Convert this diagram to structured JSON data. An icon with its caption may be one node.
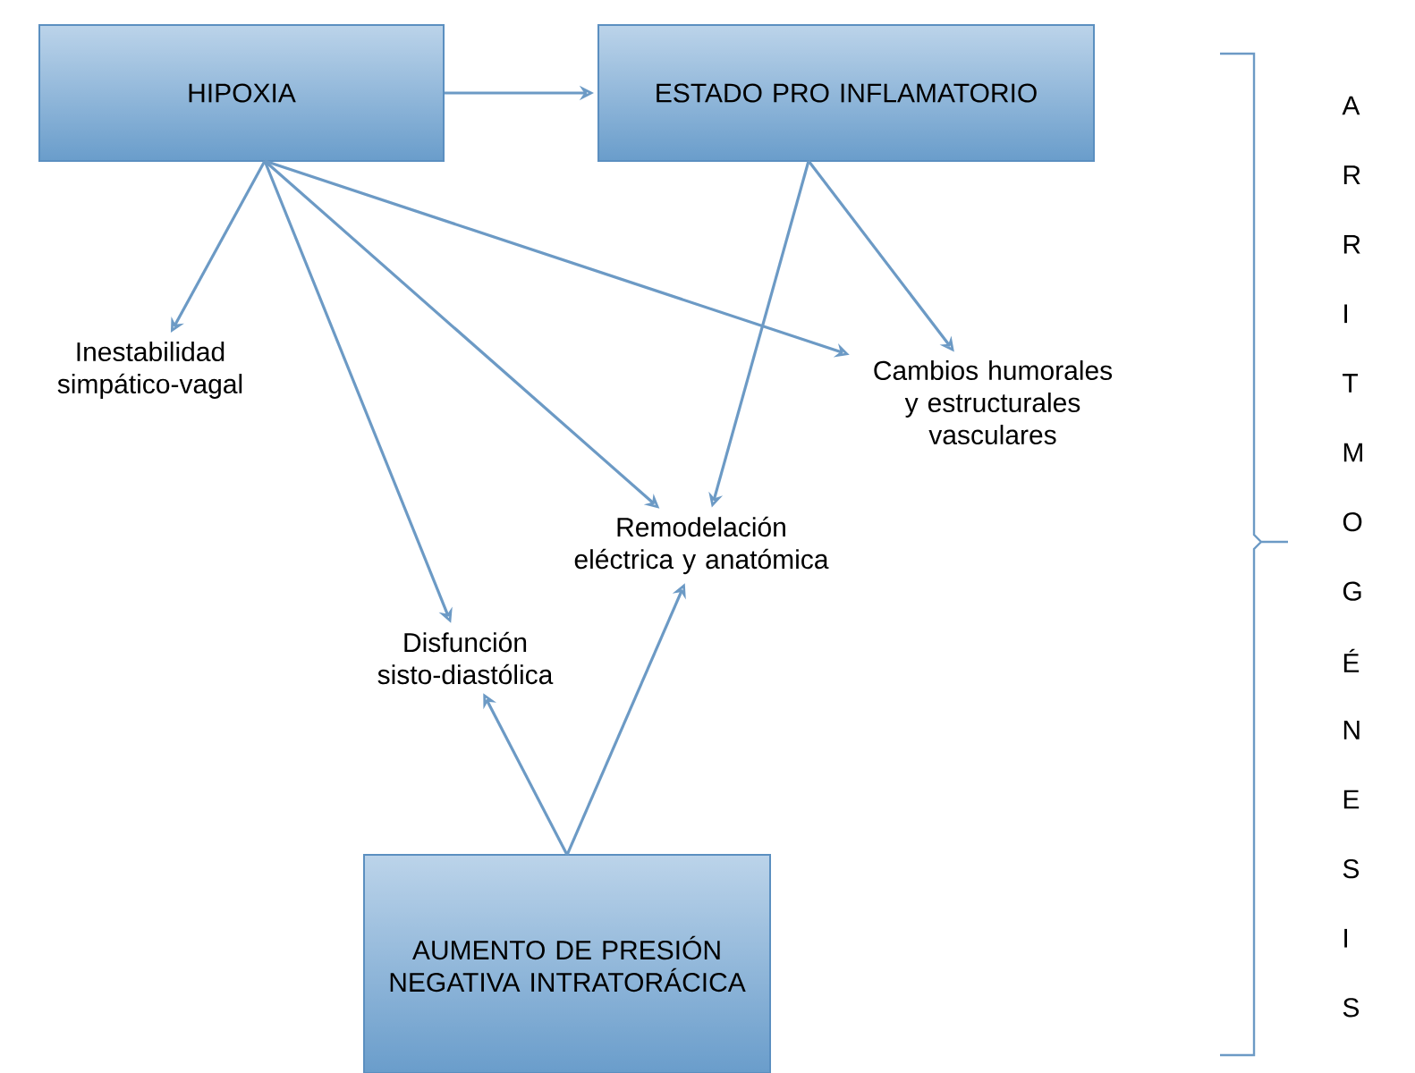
{
  "diagram": {
    "nodes": [
      {
        "text": [
          "HIPOXIA"
        ]
      },
      {
        "text": [
          "ESTADO PRO INFLAMATORIO"
        ]
      },
      {
        "text": [
          "Inestabilidad simpático-vagal"
        ]
      },
      {
        "text": [
          "Cambios humorales y estructurales vasculares"
        ]
      },
      {
        "text": [
          "Remodelación eléctrica y anatómica"
        ]
      },
      {
        "text": [
          "Disfunción sisto-diastólica"
        ]
      },
      {
        "text": [
          "AUMENTO DE PRESIÓN NEGATIVA INTRATORÁCICA"
        ]
      }
    ],
    "edges": [
      {
        "from": 0,
        "to": 1,
        "arrow": "to"
      },
      {
        "from": 0,
        "to": 2,
        "arrow": "to"
      },
      {
        "from": 0,
        "to": 5,
        "arrow": "to"
      },
      {
        "from": 0,
        "to": 4,
        "arrow": "to"
      },
      {
        "from": 0,
        "to": 3,
        "arrow": "to"
      },
      {
        "from": 1,
        "to": 4,
        "arrow": "to"
      },
      {
        "from": 1,
        "to": 3,
        "arrow": "to"
      },
      {
        "from": 6,
        "to": 5,
        "arrow": "to"
      },
      {
        "from": 6,
        "to": 4,
        "arrow": "to"
      }
    ],
    "labels": [
      "A",
      "R",
      "R",
      "I",
      "T",
      "M",
      "O",
      "G",
      "É",
      "N",
      "E",
      "S",
      "I",
      "S"
    ]
  }
}
